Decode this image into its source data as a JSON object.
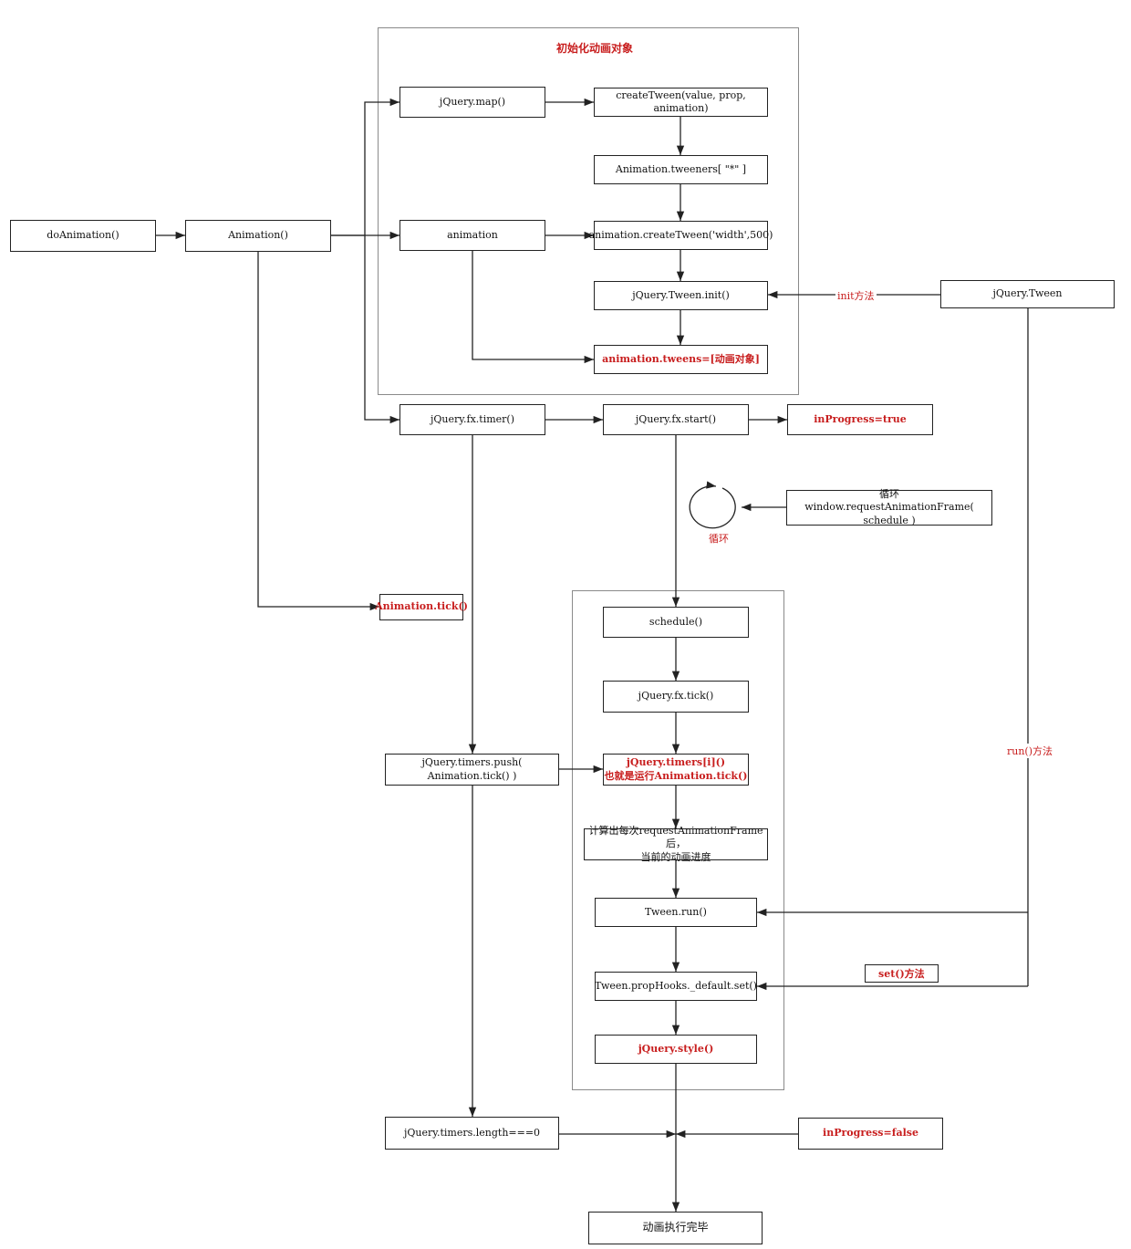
{
  "groups": {
    "init_group_title": "初始化动画对象"
  },
  "nodes": {
    "do_animation": "doAnimation()",
    "animation_ctor": "Animation()",
    "jquery_map": "jQuery.map()",
    "create_tween": "createTween(value, prop, animation)",
    "tweeners": "Animation.tweeners[ \"*\" ]",
    "animation_obj": "animation",
    "animation_create_tween": "animation.createTween('width',500)",
    "tween_init": "jQuery.Tween.init()",
    "jquery_tween": "jQuery.Tween",
    "animation_tweens": "animation.tweens=[动画对象]",
    "fx_timer": "jQuery.fx.timer()",
    "fx_start": "jQuery.fx.start()",
    "in_progress_true": "inProgress=true",
    "raf_line1": "循环",
    "raf_line2": "window.requestAnimationFrame( schedule )",
    "animation_tick": "Animation.tick()",
    "schedule": "schedule()",
    "fx_tick": "jQuery.fx.tick()",
    "timers_push": "jQuery.timers.push( Animation.tick() )",
    "timers_i_line1": "jQuery.timers[i]()",
    "timers_i_line2": "也就是运行Animation.tick()",
    "calc_line1": "计算出每次requestAnimationFrame后，",
    "calc_line2": "当前的动画进度",
    "tween_run": "Tween.run()",
    "prop_hooks_set": "Tween.propHooks._default.set()",
    "jquery_style": "jQuery.style()",
    "timers_length": "jQuery.timers.length===0",
    "in_progress_false": "inProgress=false",
    "animation_done": "动画执行完毕"
  },
  "labels": {
    "init_method": "init方法",
    "loop": "循环",
    "run_method": "run()方法",
    "set_method": "set()方法"
  }
}
